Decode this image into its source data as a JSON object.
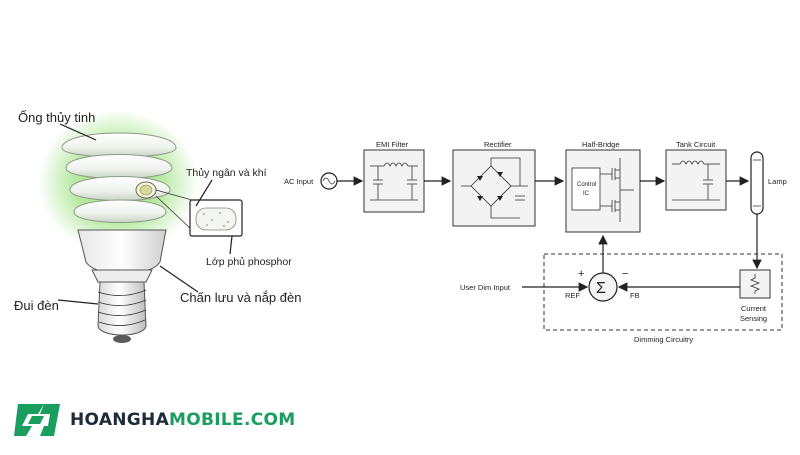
{
  "bulb": {
    "labels": {
      "glass_tube": "Ống thủy tinh",
      "mercury_gas": "Thủy ngân và khí",
      "phosphor_coating": "Lớp phủ phosphor",
      "ballast_cap": "Chấn lưu và nắp đèn",
      "base": "Đui đèn"
    }
  },
  "circuit": {
    "input_label": "AC Input",
    "blocks": {
      "emi": "EMI Filter",
      "rectifier": "Rectifier",
      "half_bridge": "Half-Bridge",
      "tank": "Tank Circuit"
    },
    "control_ic_line1": "Control",
    "control_ic_line2": "IC",
    "lamp_label": "Lamp",
    "user_dim_label": "User Dim Input",
    "ref_label": "REF",
    "fb_label": "FB",
    "plus_sign": "+",
    "minus_sign": "−",
    "sigma_symbol": "Σ",
    "current_sensing_line1": "Current",
    "current_sensing_line2": "Sensing",
    "dimming_label": "Dimming Circuitry"
  },
  "logo": {
    "part1": "HOANGHA",
    "part2": "MOBILE.COM"
  },
  "colors": {
    "brand_green": "#1a9e5f",
    "brand_dark": "#1e2b3a",
    "glow_green": "#7ed957"
  }
}
